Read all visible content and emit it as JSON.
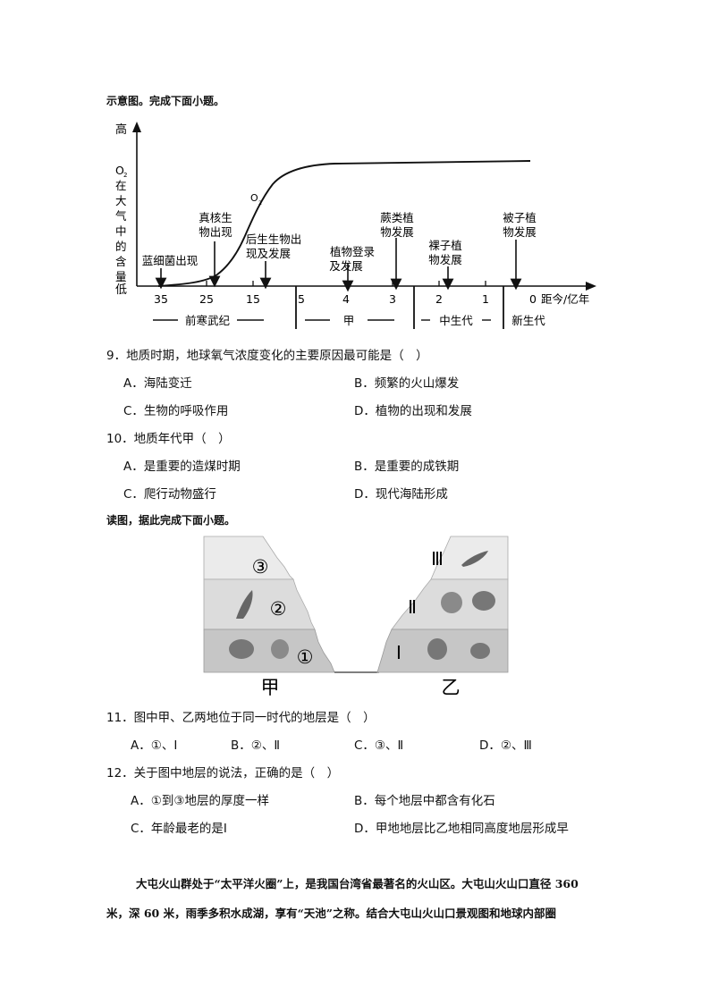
{
  "intro1": "示意图。完成下面小题。",
  "chart1": {
    "y_high": "高",
    "y_low": "低",
    "y_title": [
      "O",
      "在",
      "大",
      "气",
      "中",
      "的",
      "含",
      "量"
    ],
    "y_title_sub": "2",
    "curve_label": "O",
    "curve_label_sub": "2",
    "x_unit": "距今/亿年",
    "x_ticks": [
      "35",
      "25",
      "15",
      "5",
      "4",
      "3",
      "2",
      "1",
      "0"
    ],
    "events": [
      {
        "lines": [
          "蓝细菌出现"
        ]
      },
      {
        "lines": [
          "真核生",
          "物出现"
        ]
      },
      {
        "lines": [
          "后生生物出",
          "现及发展"
        ]
      },
      {
        "lines": [
          "植物登录",
          "及发展"
        ]
      },
      {
        "lines": [
          "蕨类植",
          "物发展"
        ]
      },
      {
        "lines": [
          "裸子植",
          "物发展"
        ]
      },
      {
        "lines": [
          "被子植",
          "物发展"
        ]
      }
    ],
    "eras": [
      "前寒武纪",
      "甲",
      "中生代",
      "新生代"
    ]
  },
  "q9": {
    "stem": "9．地质时期，地球氧气浓度变化的主要原因最可能是（　）",
    "A": "A．海陆变迁",
    "B": "B．频繁的火山爆发",
    "C": "C．生物的呼吸作用",
    "D": "D．植物的出现和发展"
  },
  "q10": {
    "stem": "10．地质年代甲（　）",
    "A": "A．是重要的造煤时期",
    "B": "B．是重要的成铁期",
    "C": "C．爬行动物盛行",
    "D": "D．现代海陆形成"
  },
  "intro2": "读图，据此完成下面小题。",
  "figure2": {
    "left_label": "甲",
    "right_label": "乙",
    "left_layers": [
      "③",
      "②",
      "①"
    ],
    "right_layers": [
      "Ⅲ",
      "Ⅱ",
      "I"
    ]
  },
  "q11": {
    "stem": "11．图中甲、乙两地位于同一时代的地层是（　）",
    "A": "A．①、I",
    "B": "B．②、Ⅱ",
    "C": "C．③、Ⅱ",
    "D": "D．②、Ⅲ"
  },
  "q12": {
    "stem": "12．关于图中地层的说法，正确的是（　）",
    "A": "A．①到③地层的厚度一样",
    "B": "B．每个地层中都含有化石",
    "C": "C．年龄最老的是I",
    "D": "D．甲地地层比乙地相同高度地层形成早"
  },
  "passage": {
    "line1": "大屯火山群处于“太平洋火圈”上，是我国台湾省最著名的火山区。大屯山火山口直径 360",
    "line2": "米，深 60 米，雨季多积水成湖，享有“天池”之称。结合大屯山火山口景观图和地球内部圈"
  }
}
